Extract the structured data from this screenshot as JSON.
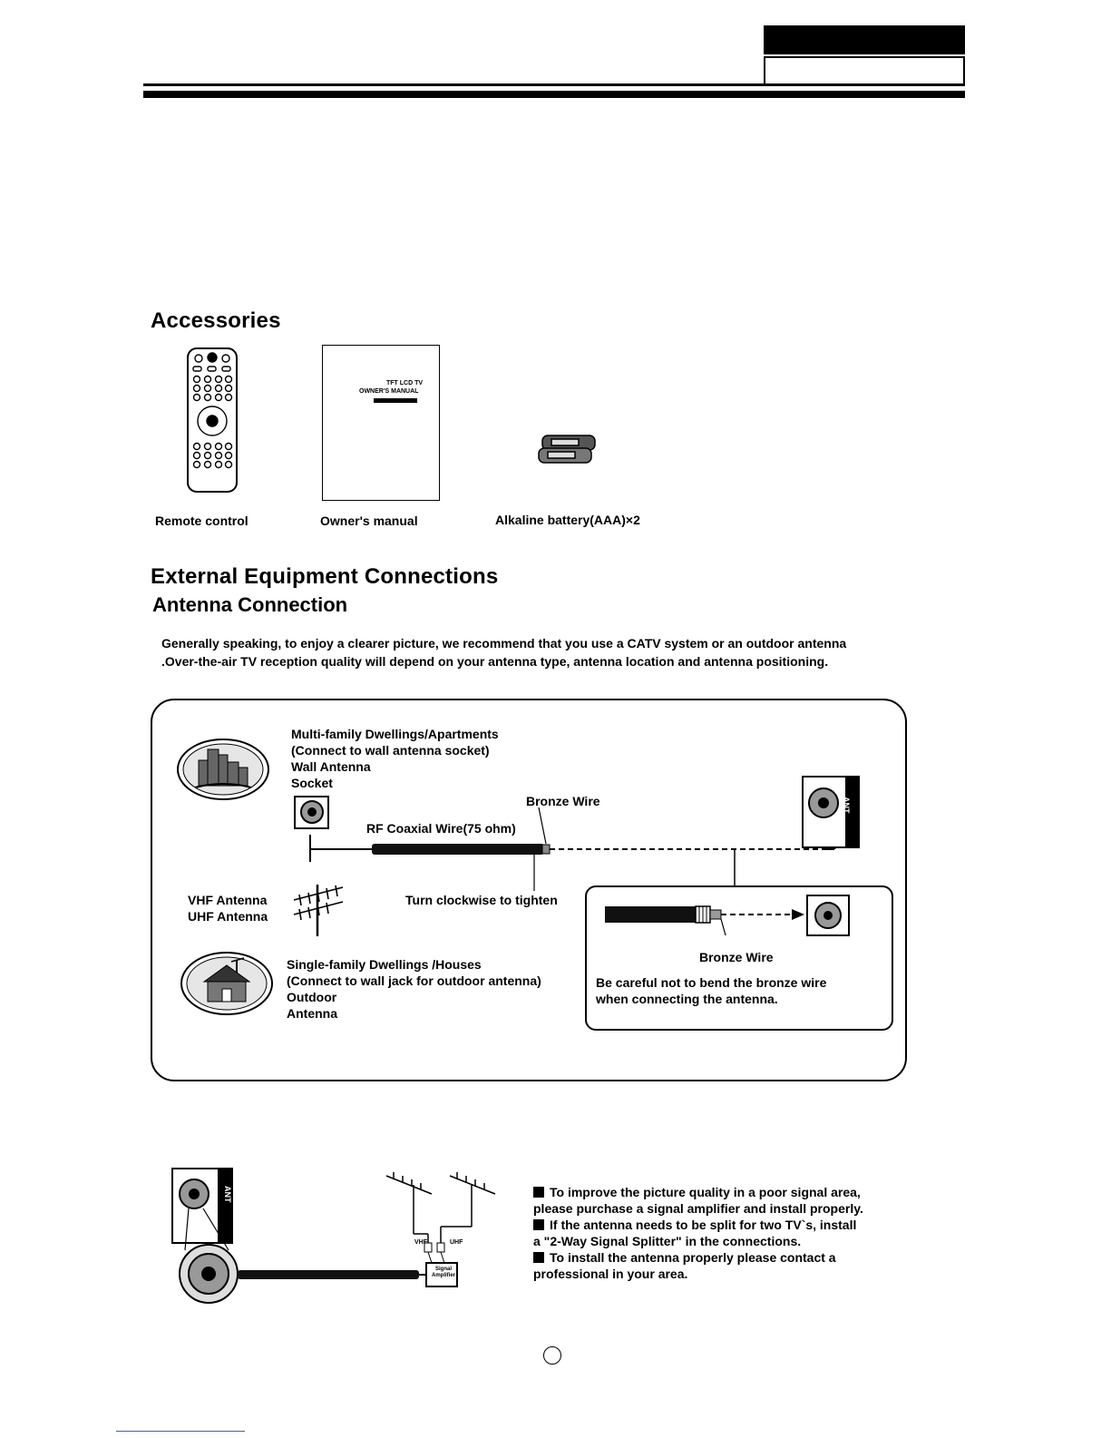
{
  "accessories": {
    "title": "Accessories",
    "items": [
      {
        "label": "Remote control"
      },
      {
        "label": "Owner's manual"
      },
      {
        "label": "Alkaline battery(AAA)×2"
      }
    ],
    "manual_cover": {
      "line1": "TFT LCD TV",
      "line2": "OWNER'S MANUAL"
    }
  },
  "connections": {
    "title": "External Equipment Connections",
    "subtitle": "Antenna Connection",
    "intro": "Generally speaking, to enjoy a clearer picture, we recommend that you use a  CATV system or an outdoor antenna .Over-the-air TV reception quality will depend on your antenna type, antenna location and antenna positioning."
  },
  "diagram": {
    "multi_family": [
      "Multi-family Dwellings/Apartments",
      "(Connect to wall antenna socket)",
      "Wall Antenna",
      "Socket"
    ],
    "bronze_wire_top": "Bronze Wire",
    "rf_coaxial": "RF Coaxial Wire(75 ohm)",
    "vhf_antenna": "VHF Antenna",
    "uhf_antenna": "UHF Antenna",
    "turn_clockwise": "Turn clockwise to tighten",
    "single_family": [
      "Single-family Dwellings /Houses",
      "(Connect to wall jack for outdoor antenna)",
      "Outdoor",
      "Antenna"
    ],
    "bronze_wire_inset": "Bronze Wire",
    "caution": [
      "Be careful not to bend the bronze wire",
      "when connecting the antenna."
    ],
    "ant_label": "ANT"
  },
  "lower_figure": {
    "ant_label": "ANT",
    "vhf": "VHF",
    "uhf": "UHF",
    "amp_label": [
      "Signal",
      "Amplifier"
    ]
  },
  "notes": [
    [
      "To improve the picture quality in a poor signal area,",
      "please purchase a signal amplifier and install properly."
    ],
    [
      "If the antenna needs to be split for two TV`s, install",
      "a  \"2-Way Signal Splitter\"  in the connections."
    ],
    [
      "To install the antenna properly please contact a",
      "professional in your area."
    ]
  ]
}
